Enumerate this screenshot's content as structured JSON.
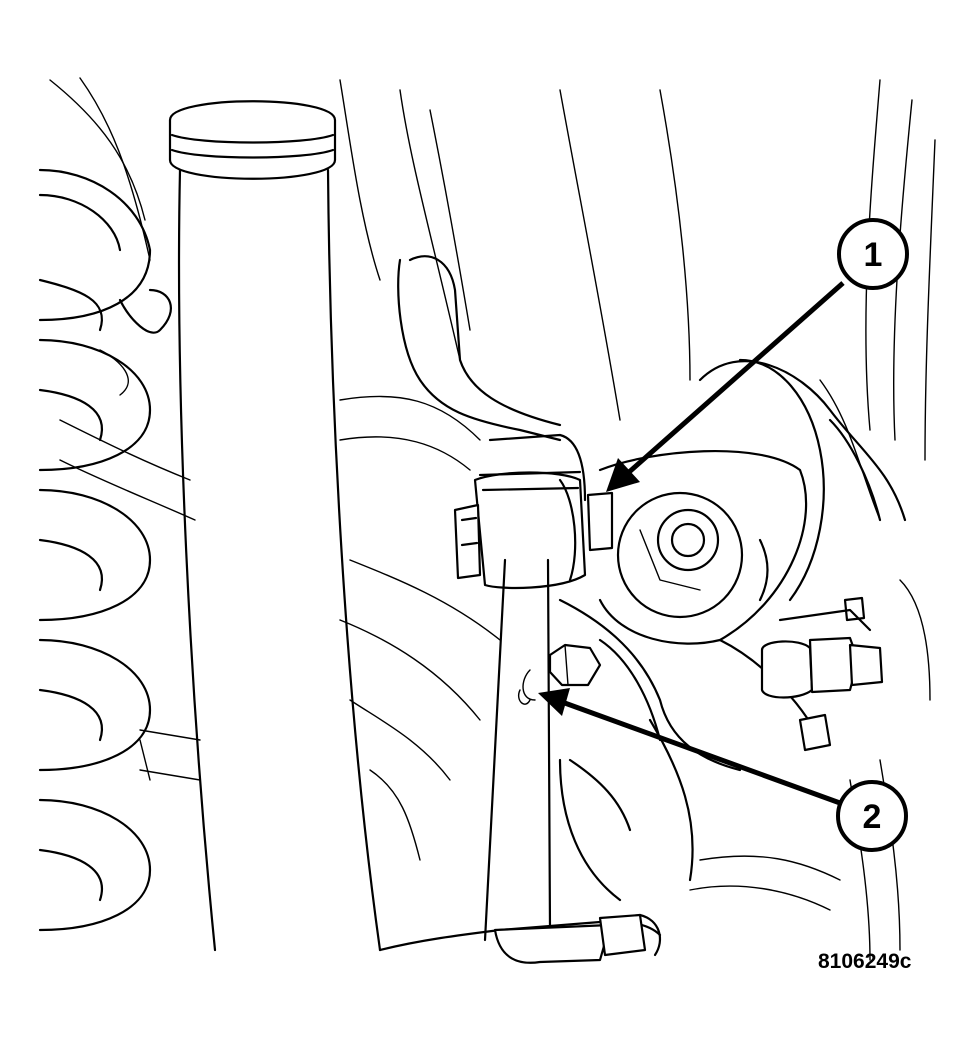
{
  "figure": {
    "id": "8106249c",
    "callouts": [
      {
        "number": "1"
      },
      {
        "number": "2"
      }
    ]
  }
}
